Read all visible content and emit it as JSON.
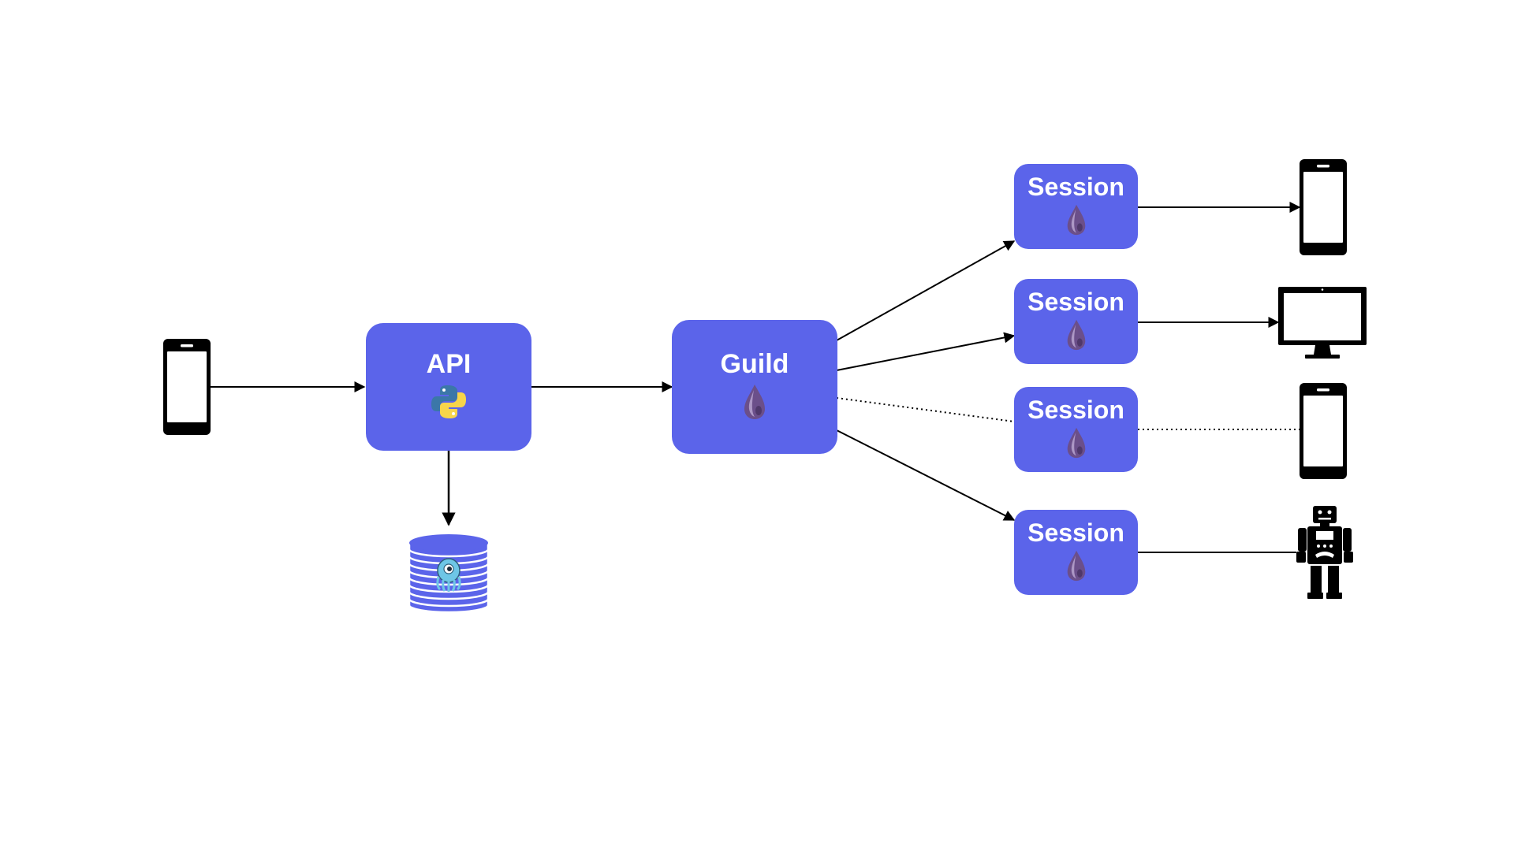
{
  "nodes": {
    "api": {
      "label": "API",
      "icon": "python-icon"
    },
    "guild": {
      "label": "Guild",
      "icon": "elixir-drop-icon"
    },
    "sessions": [
      {
        "label": "Session",
        "icon": "elixir-drop-icon",
        "client": "phone-icon",
        "link": "solid"
      },
      {
        "label": "Session",
        "icon": "elixir-drop-icon",
        "client": "desktop-monitor-icon",
        "link": "solid"
      },
      {
        "label": "Session",
        "icon": "elixir-drop-icon",
        "client": "phone-icon",
        "link": "dotted"
      },
      {
        "label": "Session",
        "icon": "elixir-drop-icon",
        "client": "robot-icon",
        "link": "solid"
      }
    ],
    "database": {
      "icon": "scylladb-database-icon"
    },
    "source_client": {
      "icon": "phone-icon"
    }
  },
  "colors": {
    "node_fill": "#5b64ea",
    "node_text": "#ffffff",
    "edge": "#000000",
    "python_blue": "#3b77a8",
    "python_yellow": "#f7d54a",
    "elixir_drop": "#6b4f8a",
    "scylla_mascot": "#6ec6e6"
  }
}
